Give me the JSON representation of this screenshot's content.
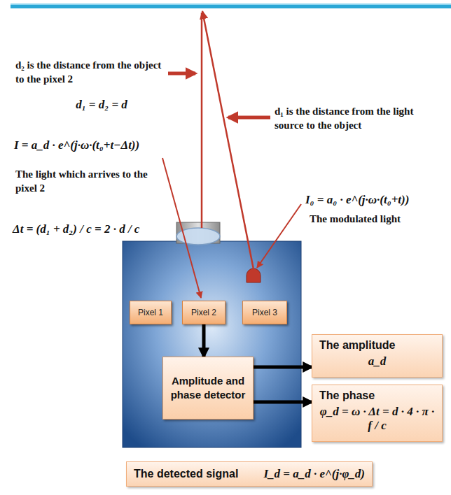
{
  "diagram": {
    "nodes": [
      {
        "text": [
          "Pixel 1"
        ]
      },
      {
        "text": [
          "Pixel 2"
        ]
      },
      {
        "text": [
          "Pixel 3"
        ]
      },
      {
        "text": [
          "Amplitude and phase detector"
        ]
      },
      {
        "text": [
          "The amplitude",
          "a_d"
        ]
      },
      {
        "text": [
          "The phase",
          "φ_d = ω · Δt = d · 4 · π · f / c"
        ]
      },
      {
        "text": [
          "The detected signal",
          "I_d = a_d · e^(j·φ_d)"
        ]
      }
    ],
    "edges": [
      {
        "from": 1,
        "to": 3,
        "arrow": "to"
      },
      {
        "from": 3,
        "to": 4,
        "arrow": "to"
      },
      {
        "from": 3,
        "to": 5,
        "arrow": "to"
      }
    ],
    "labels": [
      "d₂ is the distance from the object to the pixel 2",
      "d₁ = d₂ = d",
      "I = a_d · e^(j·ω·(t₀+t−Δt))",
      "The light which arrives to the pixel 2",
      "Δt = (d₁ + d₂) / c = 2 · d / c",
      "d₁ is the distance from the light source to the object",
      "I₀ = a₀ · e^(j·ω·(t₀+t))",
      "The modulated light"
    ]
  }
}
